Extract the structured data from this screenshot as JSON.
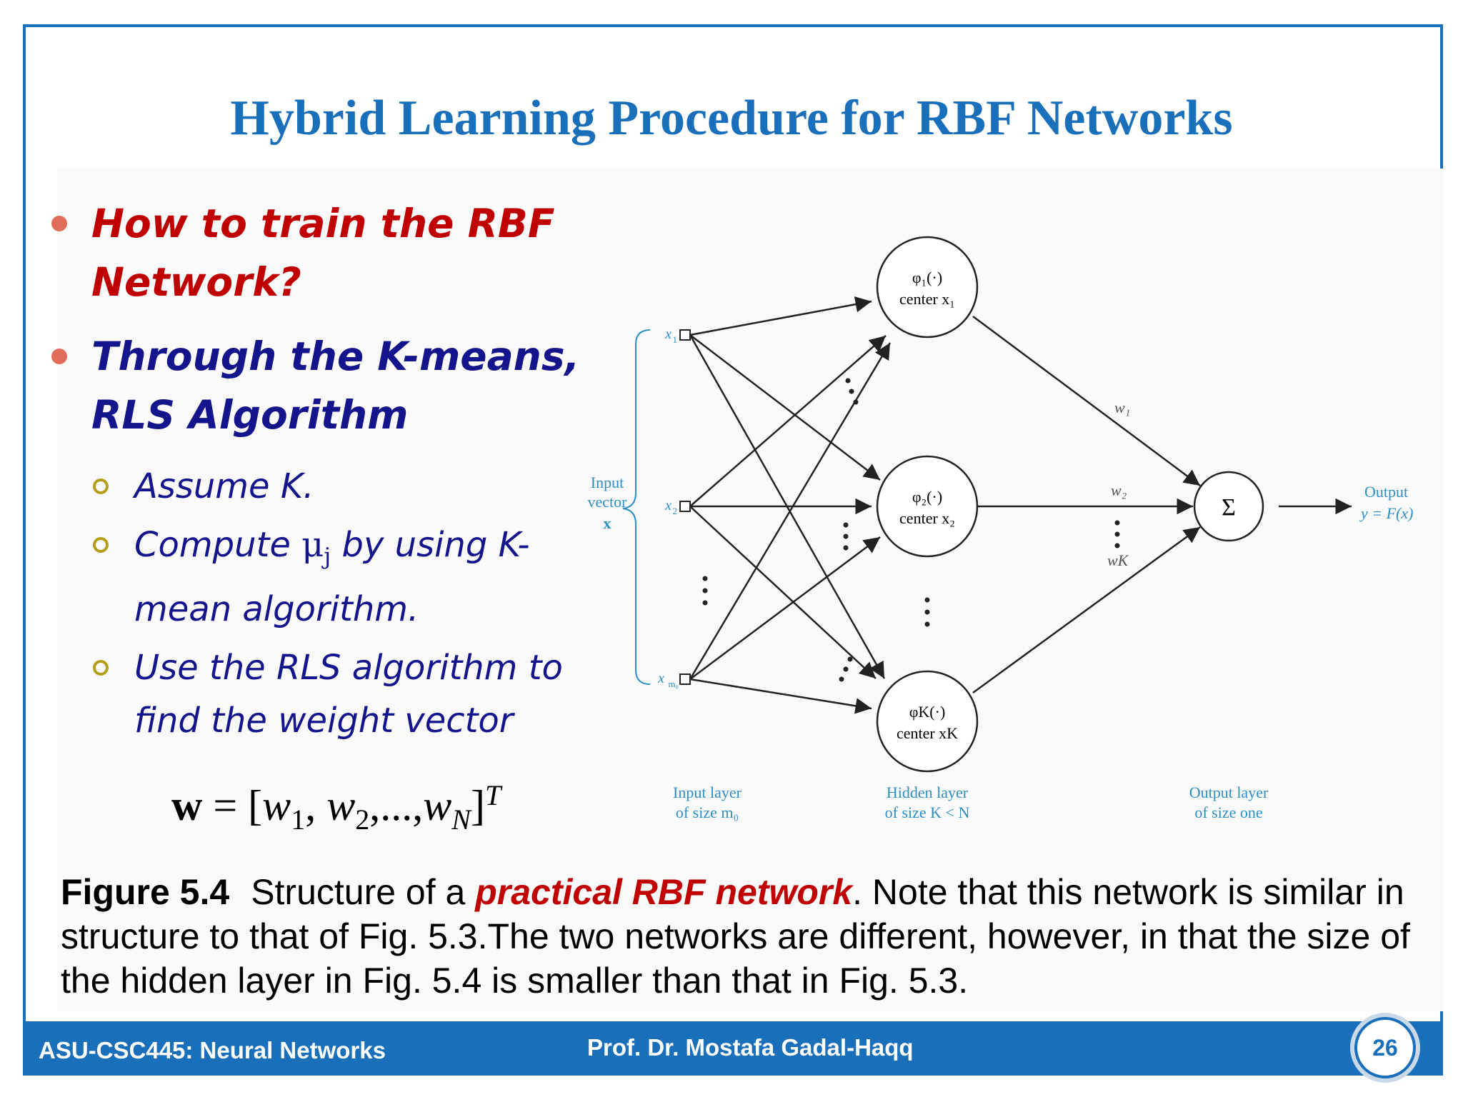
{
  "slide": {
    "title": "Hybrid Learning Procedure for RBF Networks",
    "bullets": [
      {
        "text": "How to train the RBF Network?",
        "color": "#c00000"
      },
      {
        "text": "Through the K-means, RLS Algorithm",
        "color": "#14148c"
      }
    ],
    "subbullets": {
      "assume": "Assume K.",
      "compute_pre": "Compute ",
      "compute_mu": "μ",
      "compute_sub": "j",
      "compute_post": " by using K-mean algorithm.",
      "rls": "Use the RLS algorithm to find the weight vector"
    },
    "formula": {
      "lhs": "w",
      "eq": " = [",
      "w1": "w",
      "s1": "1",
      "w2": "w",
      "s2": "2",
      "ell": ",...,",
      "wn": "w",
      "sn": "N",
      "close": "]",
      "sup": "T"
    }
  },
  "diagram": {
    "input_brace_label": [
      "Input",
      "vector",
      "x"
    ],
    "inputs": [
      {
        "sym": "x",
        "sub": "1"
      },
      {
        "sym": "x",
        "sub": "2"
      },
      {
        "sym": "x",
        "sub": "m₀"
      }
    ],
    "hidden": [
      {
        "phi": "φ₁(·)",
        "center": "center x₁"
      },
      {
        "phi": "φ₂(·)",
        "center": "center x₂"
      },
      {
        "phi": "φK(·)",
        "center": "center xK"
      }
    ],
    "weights": [
      "w₁",
      "w₂",
      "wK"
    ],
    "sum_symbol": "Σ",
    "output_label": [
      "Output",
      "y = F(x)"
    ],
    "layer_labels": {
      "input": [
        "Input layer",
        "of size m₀"
      ],
      "hidden": [
        "Hidden layer",
        "of size K < N"
      ],
      "output": [
        "Output layer",
        "of size one"
      ]
    },
    "colors": {
      "label_blue": "#2d8fc4",
      "line": "#222222"
    }
  },
  "caption": {
    "figure": "Figure 5.4",
    "pre": "Structure of a ",
    "highlight": "practical RBF network",
    "post": ". Note that this network is similar in structure to that of Fig. 5.3.The two networks are different, however, in that the size of the hidden layer in Fig. 5.4 is smaller than that in Fig. 5.3."
  },
  "footer": {
    "course": "ASU-CSC445: Neural Networks",
    "author": "Prof. Dr. Mostafa Gadal-Haqq",
    "page": "26"
  },
  "theme": {
    "accent": "#1a6fba",
    "red": "#c00000",
    "navy": "#14148c"
  }
}
